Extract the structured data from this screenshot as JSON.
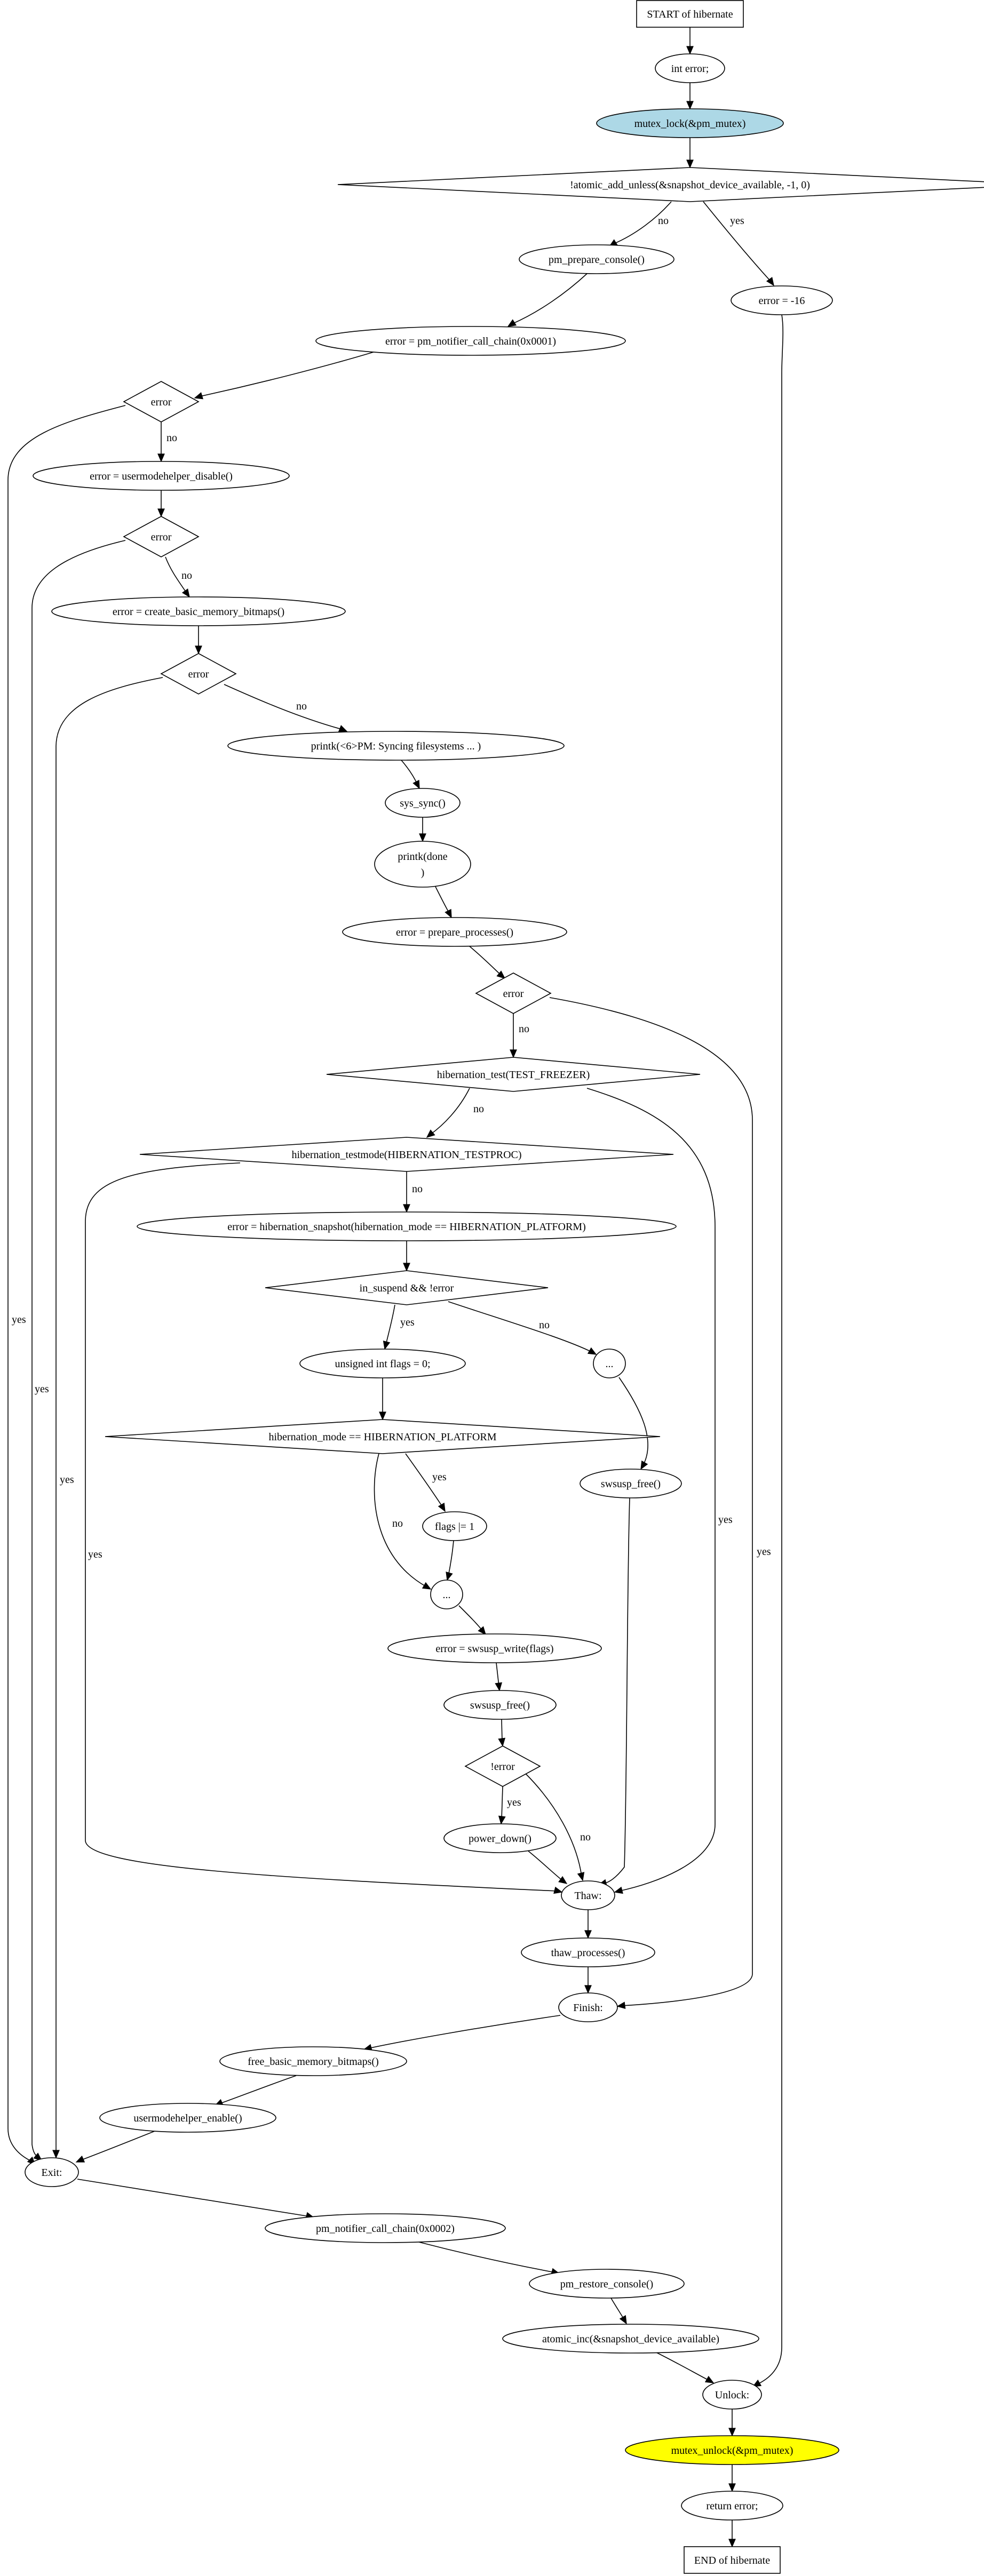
{
  "diagram": {
    "type": "flowchart",
    "colors": {
      "mutex_lock": "#add8e6",
      "mutex_unlock": "#ffff00",
      "default": "#ffffff",
      "stroke": "#000000"
    },
    "nodes": [
      {
        "id": "start",
        "shape": "box",
        "label": "START of hibernate"
      },
      {
        "id": "interr",
        "shape": "ellipse",
        "label": "int error;"
      },
      {
        "id": "lock",
        "shape": "ellipse",
        "label": "mutex_lock(&pm_mutex)",
        "fill": "mutex_lock"
      },
      {
        "id": "atomic",
        "shape": "diamond",
        "label": "!atomic_add_unless(&snapshot_device_available, -1, 0)"
      },
      {
        "id": "prepcons",
        "shape": "ellipse",
        "label": "pm_prepare_console()"
      },
      {
        "id": "errm16",
        "shape": "ellipse",
        "label": "error = -16"
      },
      {
        "id": "notif1",
        "shape": "ellipse",
        "label": "error = pm_notifier_call_chain(0x0001)"
      },
      {
        "id": "err1",
        "shape": "diamond",
        "label": "error"
      },
      {
        "id": "umhd",
        "shape": "ellipse",
        "label": "error = usermodehelper_disable()"
      },
      {
        "id": "err2",
        "shape": "diamond",
        "label": "error"
      },
      {
        "id": "cbmb",
        "shape": "ellipse",
        "label": "error = create_basic_memory_bitmaps()"
      },
      {
        "id": "err3",
        "shape": "diamond",
        "label": "error"
      },
      {
        "id": "printk1",
        "shape": "ellipse",
        "label": "printk(<6>PM: Syncing filesystems ... )"
      },
      {
        "id": "syssync",
        "shape": "ellipse",
        "label": "sys_sync()"
      },
      {
        "id": "printk2",
        "shape": "ellipse",
        "label": "printk(done",
        "label2": ")"
      },
      {
        "id": "prepproc",
        "shape": "ellipse",
        "label": "error = prepare_processes()"
      },
      {
        "id": "err4",
        "shape": "diamond",
        "label": "error"
      },
      {
        "id": "htest",
        "shape": "diamond",
        "label": "hibernation_test(TEST_FREEZER)"
      },
      {
        "id": "htm",
        "shape": "diamond",
        "label": "hibernation_testmode(HIBERNATION_TESTPROC)"
      },
      {
        "id": "hsnap",
        "shape": "ellipse",
        "label": "error = hibernation_snapshot(hibernation_mode == HIBERNATION_PLATFORM)"
      },
      {
        "id": "insusp",
        "shape": "diamond",
        "label": "in_suspend && !error"
      },
      {
        "id": "flags0",
        "shape": "ellipse",
        "label": "unsigned int flags = 0;"
      },
      {
        "id": "dots1",
        "shape": "ellipse",
        "label": "..."
      },
      {
        "id": "hmode",
        "shape": "diamond",
        "label": "hibernation_mode == HIBERNATION_PLATFORM"
      },
      {
        "id": "swfree1",
        "shape": "ellipse",
        "label": "swsusp_free()"
      },
      {
        "id": "flags1",
        "shape": "ellipse",
        "label": "flags |= 1"
      },
      {
        "id": "dots2",
        "shape": "ellipse",
        "label": "..."
      },
      {
        "id": "swwrite",
        "shape": "ellipse",
        "label": "error = swsusp_write(flags)"
      },
      {
        "id": "swfree2",
        "shape": "ellipse",
        "label": "swsusp_free()"
      },
      {
        "id": "noterr",
        "shape": "diamond",
        "label": "!error"
      },
      {
        "id": "pdown",
        "shape": "ellipse",
        "label": "power_down()"
      },
      {
        "id": "thaw",
        "shape": "ellipse",
        "label": "Thaw:"
      },
      {
        "id": "thawproc",
        "shape": "ellipse",
        "label": "thaw_processes()"
      },
      {
        "id": "finish",
        "shape": "ellipse",
        "label": "Finish:"
      },
      {
        "id": "fbmb",
        "shape": "ellipse",
        "label": "free_basic_memory_bitmaps()"
      },
      {
        "id": "umhe",
        "shape": "ellipse",
        "label": "usermodehelper_enable()"
      },
      {
        "id": "exit",
        "shape": "ellipse",
        "label": "Exit:"
      },
      {
        "id": "notif2",
        "shape": "ellipse",
        "label": "pm_notifier_call_chain(0x0002)"
      },
      {
        "id": "restcons",
        "shape": "ellipse",
        "label": "pm_restore_console()"
      },
      {
        "id": "ainc",
        "shape": "ellipse",
        "label": "atomic_inc(&snapshot_device_available)"
      },
      {
        "id": "unlock",
        "shape": "ellipse",
        "label": "Unlock:"
      },
      {
        "id": "munlock",
        "shape": "ellipse",
        "label": "mutex_unlock(&pm_mutex)",
        "fill": "mutex_unlock"
      },
      {
        "id": "reterr",
        "shape": "ellipse",
        "label": "return error;"
      },
      {
        "id": "end",
        "shape": "box",
        "label": "END of hibernate"
      }
    ],
    "edges": [
      {
        "id": "e1",
        "label": ""
      },
      {
        "id": "e2",
        "label": ""
      },
      {
        "id": "e3",
        "label": ""
      },
      {
        "id": "e4",
        "label": "no"
      },
      {
        "id": "e5",
        "label": "yes"
      },
      {
        "id": "e6",
        "label": ""
      },
      {
        "id": "e7",
        "label": ""
      },
      {
        "id": "e8",
        "label": "no"
      },
      {
        "id": "e9",
        "label": "yes"
      },
      {
        "id": "e10",
        "label": ""
      },
      {
        "id": "e11",
        "label": "no"
      },
      {
        "id": "e12",
        "label": "yes"
      },
      {
        "id": "e13",
        "label": ""
      },
      {
        "id": "e14",
        "label": "no"
      },
      {
        "id": "e15",
        "label": "yes"
      },
      {
        "id": "e16",
        "label": ""
      },
      {
        "id": "e17",
        "label": ""
      },
      {
        "id": "e18",
        "label": ""
      },
      {
        "id": "e19",
        "label": ""
      },
      {
        "id": "e20",
        "label": "no"
      },
      {
        "id": "e21",
        "label": "yes"
      },
      {
        "id": "e22",
        "label": "no"
      },
      {
        "id": "e23",
        "label": "yes"
      },
      {
        "id": "e24",
        "label": "no"
      },
      {
        "id": "e25",
        "label": "yes"
      },
      {
        "id": "e26",
        "label": ""
      },
      {
        "id": "e27",
        "label": "yes"
      },
      {
        "id": "e28",
        "label": "no"
      },
      {
        "id": "e29",
        "label": ""
      },
      {
        "id": "e30",
        "label": ""
      },
      {
        "id": "e31",
        "label": "yes"
      },
      {
        "id": "e32",
        "label": "no"
      },
      {
        "id": "e33",
        "label": ""
      },
      {
        "id": "e34",
        "label": ""
      },
      {
        "id": "e35",
        "label": ""
      },
      {
        "id": "e36",
        "label": ""
      },
      {
        "id": "e37",
        "label": "yes"
      },
      {
        "id": "e38",
        "label": "no"
      },
      {
        "id": "e39",
        "label": ""
      },
      {
        "id": "e40",
        "label": ""
      },
      {
        "id": "e41",
        "label": ""
      },
      {
        "id": "e42",
        "label": ""
      },
      {
        "id": "e43",
        "label": ""
      },
      {
        "id": "e44",
        "label": ""
      },
      {
        "id": "e45",
        "label": ""
      },
      {
        "id": "e46",
        "label": ""
      },
      {
        "id": "e47",
        "label": ""
      },
      {
        "id": "e48",
        "label": ""
      },
      {
        "id": "e49",
        "label": ""
      },
      {
        "id": "e50",
        "label": ""
      },
      {
        "id": "e51",
        "label": ""
      },
      {
        "id": "e52",
        "label": ""
      },
      {
        "id": "e53",
        "label": ""
      }
    ]
  }
}
